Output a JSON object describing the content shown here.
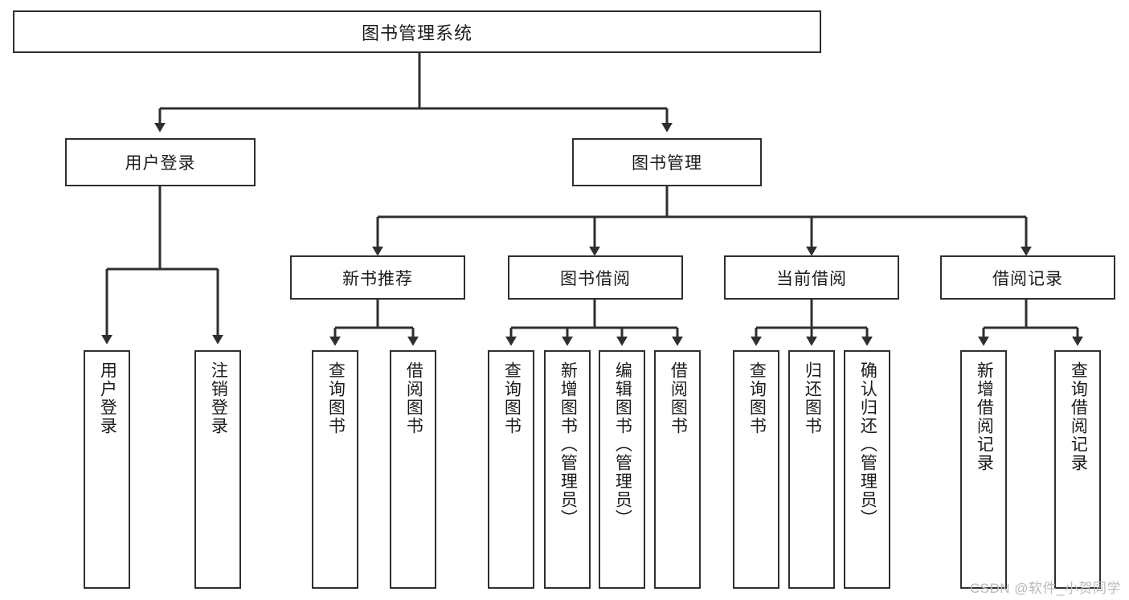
{
  "diagram": {
    "type": "tree-hierarchy-chart",
    "title": "图书管理系统",
    "line_color": "#2f2f2f",
    "text_color": "#1b1b1b",
    "background": "#ffffff",
    "levels": 4
  },
  "root": {
    "label": "图书管理系统"
  },
  "level2": [
    {
      "id": "user-login",
      "label": "用户登录"
    },
    {
      "id": "book-manage",
      "label": "图书管理"
    }
  ],
  "level3": [
    {
      "id": "new-book-recommend",
      "label": "新书推荐",
      "parent": "book-manage"
    },
    {
      "id": "book-borrow",
      "label": "图书借阅",
      "parent": "book-manage"
    },
    {
      "id": "current-borrow",
      "label": "当前借阅",
      "parent": "book-manage"
    },
    {
      "id": "borrow-record",
      "label": "借阅记录",
      "parent": "book-manage"
    }
  ],
  "leaves": {
    "user_login": [
      {
        "id": "leaf-user-login",
        "label": "用户登录"
      },
      {
        "id": "leaf-user-logout",
        "label": "注销登录"
      }
    ],
    "new_book_recommend": [
      {
        "id": "leaf-query-book-1",
        "label": "查询图书"
      },
      {
        "id": "leaf-borrow-book-1",
        "label": "借阅图书"
      }
    ],
    "book_borrow": [
      {
        "id": "leaf-query-book-2",
        "label": "查询图书"
      },
      {
        "id": "leaf-add-book",
        "label": "新增图书（管理员）"
      },
      {
        "id": "leaf-edit-book",
        "label": "编辑图书（管理员）"
      },
      {
        "id": "leaf-borrow-book-2",
        "label": "借阅图书"
      }
    ],
    "current_borrow": [
      {
        "id": "leaf-query-book-3",
        "label": "查询图书"
      },
      {
        "id": "leaf-return-book",
        "label": "归还图书"
      },
      {
        "id": "leaf-confirm-return",
        "label": "确认归还（管理员）"
      }
    ],
    "borrow_record": [
      {
        "id": "leaf-add-record",
        "label": "新增借阅记录"
      },
      {
        "id": "leaf-query-record",
        "label": "查询借阅记录"
      }
    ]
  },
  "watermark": {
    "text": "CSDN @软件_小贺同学"
  }
}
